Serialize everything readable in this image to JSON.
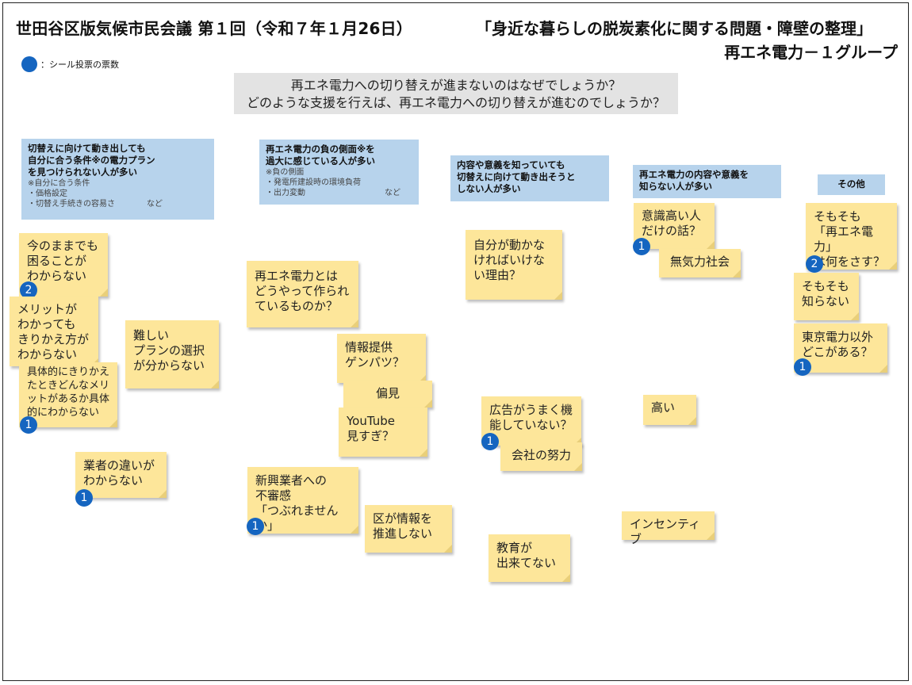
{
  "header": {
    "title": "世田谷区版気候市民会議 第１回（令和７年１月26日）",
    "subtitle": "「身近な暮らしの脱炭素化に関する問題・障壁の整理」",
    "group": "再エネ電力－１グループ"
  },
  "legend": {
    "text": "：シール投票の票数"
  },
  "question": {
    "line1": "再エネ電力への切り替えが進まないのはなぜでしょうか？",
    "line2": "どのような支援を行えば、再エネ電力への切り替えが進むのでしょうか？"
  },
  "categories": {
    "c1": {
      "head1": "切替えに向けて動き出しても",
      "head2": "自分に合う条件※の電力プラン",
      "head3": "を見つけられない人が多い",
      "note1": "※自分に合う条件",
      "note2": "・価格設定",
      "note3": "・切替え手続きの容易さ　　　　など"
    },
    "c2": {
      "head1": "再エネ電力の負の側面※を",
      "head2": "過大に感じている人が多い",
      "note1": "※負の側面",
      "note2": "・発電所建設時の環境負荷",
      "note3": "・出力変動　　　　　　　　　　など"
    },
    "c3": {
      "head1": "内容や意義を知っていても",
      "head2": "切替えに向けて動き出そうと",
      "head3": "しない人が多い"
    },
    "c4": {
      "head1": "再エネ電力の内容や意義を",
      "head2": "知らない人が多い"
    },
    "c5": {
      "head1": "その他"
    }
  },
  "notes": {
    "n1": {
      "l1": "今のままでも",
      "l2": "困ることが",
      "l3": "わからない",
      "votes": "2"
    },
    "n2": {
      "l1": "メリットが",
      "l2": "わかっても",
      "l3": "きりかえ方が",
      "l4": "わからない"
    },
    "n3": {
      "l1": "具体的にきりかえ",
      "l2": "たときどんなメリ",
      "l3": "ットがあるか具体",
      "l4": "的にわからない",
      "votes": "1"
    },
    "n4": {
      "l1": "難しい",
      "l2": "プランの選択",
      "l3": "が分からない"
    },
    "n5": {
      "l1": "業者の違いが",
      "l2": "わからない",
      "votes": "1"
    },
    "n6": {
      "l1": "再エネ電力とは",
      "l2": "どうやって作られ",
      "l3": "ているものか？"
    },
    "n7": {
      "l1": "情報提供",
      "l2": "ゲンパツ？"
    },
    "n8": {
      "l1": "偏見"
    },
    "n9": {
      "l1": "YouTube",
      "l2": "見すぎ？"
    },
    "n10": {
      "l1": "新興業者への",
      "l2": "不審感",
      "l3": "「つぶれませんか」",
      "votes": "1"
    },
    "n11": {
      "l1": "区が情報を",
      "l2": "推進しない"
    },
    "n12": {
      "l1": "自分が動かな",
      "l2": "ければいけな",
      "l3": "い理由？"
    },
    "n13": {
      "l1": "広告がうまく機",
      "l2": "能していない？",
      "votes": "1"
    },
    "n14": {
      "l1": "会社の努力"
    },
    "n15": {
      "l1": "教育が",
      "l2": "出来てない"
    },
    "n16": {
      "l1": "意識高い人",
      "l2": "だけの話？",
      "votes": "1"
    },
    "n17": {
      "l1": "無気力社会"
    },
    "n18": {
      "l1": "高い"
    },
    "n19": {
      "l1": "インセンティブ"
    },
    "n20": {
      "l1": "そもそも",
      "l2": "「再エネ電力」",
      "l3": "は何をさす？",
      "votes": "2"
    },
    "n21": {
      "l1": "そもそも",
      "l2": "知らない"
    },
    "n22": {
      "l1": "東京電力以外",
      "l2": "どこがある？",
      "votes": "1"
    }
  },
  "colors": {
    "note": "#fde69a",
    "category": "#b7d3ec",
    "question": "#e3e3e3",
    "badge": "#1565c0"
  }
}
